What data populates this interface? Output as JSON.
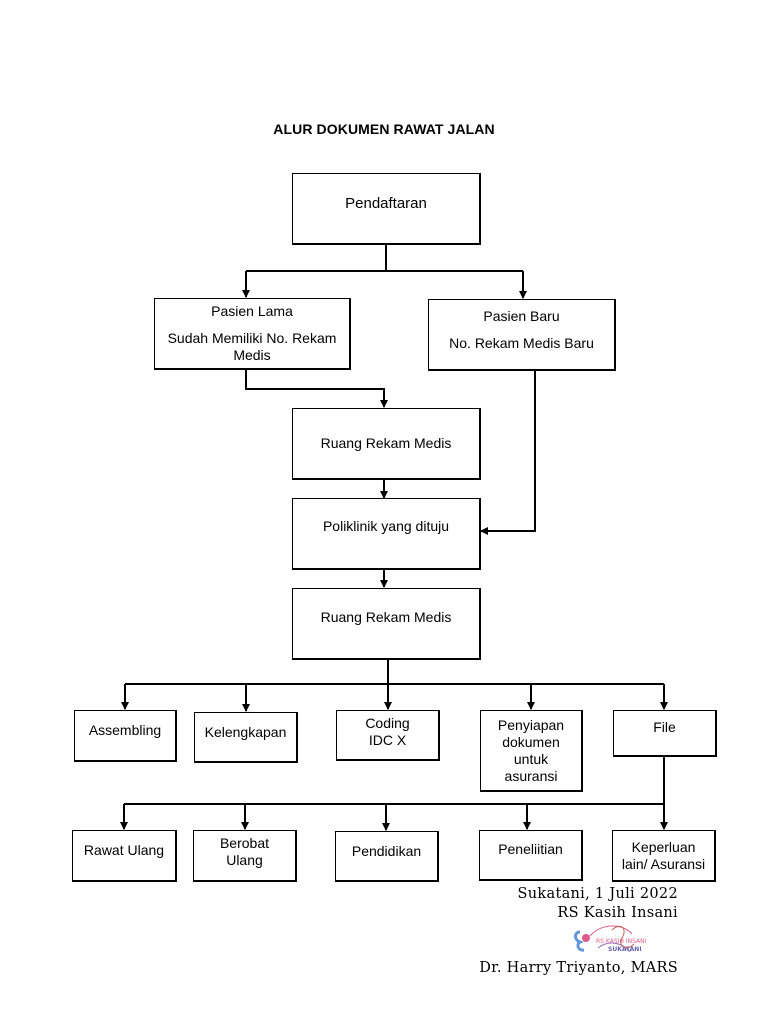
{
  "title": "ALUR DOKUMEN RAWAT JALAN",
  "nodes": {
    "pendaftaran": "Pendaftaran",
    "pasien_lama": {
      "line1": "Pasien Lama",
      "line2": "Sudah Memiliki No. Rekam Medis"
    },
    "pasien_baru": {
      "line1": "Pasien Baru",
      "line2": "No. Rekam Medis Baru"
    },
    "ruang_rekam_medis_1": "Ruang Rekam Medis",
    "poliklinik": "Poliklinik yang dituju",
    "ruang_rekam_medis_2": "Ruang Rekam Medis",
    "assembling": "Assembling",
    "kelengkapan": "Kelengkapan",
    "coding": "Coding IDC X",
    "penyiapan": "Penyiapan dokumen untuk asuransi",
    "file": "File",
    "rawat_ulang": "Rawat Ulang",
    "berobat_ulang": "Berobat Ulang",
    "pendidikan": "Pendidikan",
    "penelitian": "Peneliitian",
    "keperluan": "Keperluan lain/ Asuransi"
  },
  "signature": {
    "place_date": "Sukatani, 1 Juli 2022",
    "institution": "RS Kasih Insani",
    "name": "Dr. Harry Triyanto, MARS",
    "stamp_text": "RS KASIH INSANI SUKATANI"
  }
}
